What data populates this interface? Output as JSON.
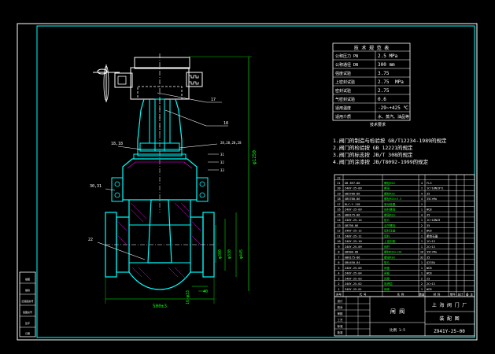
{
  "drawing": {
    "colors": {
      "background": "#000000",
      "frame": "#ffffff",
      "inner_border": "#00ffff",
      "outline": "#00ffff",
      "dimension": "#00ff00",
      "leader": "#ffffff",
      "ref_text": "#ffffff",
      "ops_motor": "#ffffff",
      "hatch": "#ff00ff",
      "table_green": "#00ff00"
    },
    "spec_table": {
      "title": "技 术 规 范 表",
      "rows": [
        {
          "label": "公称压力 PN",
          "value": "2.5 MPa"
        },
        {
          "label": "公称通径 DN",
          "value": "300 mm"
        },
        {
          "label": "强度试验",
          "value": "3.75"
        },
        {
          "label": "上密封试验",
          "value": "2.75"
        },
        {
          "label": "密封试验",
          "value": "2.75"
        },
        {
          "label": "气密封试验",
          "value": "0.6"
        },
        {
          "label": "适用温度",
          "value": "-29~+425 ℃"
        },
        {
          "label": "适用介质",
          "value": "水、蒸汽、油品等"
        }
      ],
      "unit_label": "MPa"
    },
    "notes": {
      "title": "技术要求",
      "items": [
        "1.阀门的制造与检验按 GB/T12234-1989的规定",
        "2.阀门的检验按 GB 12221的规定",
        "3.阀门的标志按 JB/T 308的规定",
        "4.阀门的涂漆按 JB/T8092-1999的规定"
      ]
    },
    "callouts": {
      "top_right": "17",
      "mid_right": "18",
      "bracket_left": "18,18",
      "bracket_right": "28,28,28,28",
      "flange_left": "30,31",
      "lower_left": "22",
      "rear_numbers": [
        "31",
        "32",
        "33"
      ]
    },
    "dimensions": {
      "overall_height": "φ1250",
      "bore_1": "φ300",
      "bore_2": "φ330",
      "bore_3": "φ445",
      "face_to_face": "500±3",
      "bottom_1": "16-φ33",
      "bottom_2": "40"
    },
    "bom": {
      "header": [
        "序号",
        "代 号",
        "名 称",
        "数量",
        "材 料",
        "单件",
        "总计",
        "备 注"
      ],
      "rows": [
        {
          "no": "22",
          "code": "",
          "name": "",
          "qty": "",
          "mat": ""
        },
        {
          "no": "21",
          "code": "GB 897-86",
          "name": "螺栓M20",
          "qty": "4",
          "mat": "FL3"
        },
        {
          "no": "20",
          "code": "Z40Y-25-09",
          "name": "螺母",
          "qty": "1",
          "mat": "1Cr18Ni9Ti"
        },
        {
          "no": "19",
          "code": "GB5780-86",
          "name": "螺栓M20",
          "qty": "4",
          "mat": "35"
        },
        {
          "no": "18",
          "code": "GB5780-86",
          "name": "螺栓M20×5.5",
          "qty": "4",
          "mat": "35CrMo"
        },
        {
          "no": "17",
          "code": "DLC-Y-118",
          "name": "驱动装置",
          "qty": "1",
          "mat": ""
        },
        {
          "no": "16",
          "code": "Z40Y-25-09",
          "name": "阀杆螺母",
          "qty": "1",
          "mat": "WCB"
        },
        {
          "no": "15",
          "code": "GB6175-86",
          "name": "螺母M20",
          "qty": "4",
          "mat": "35"
        },
        {
          "no": "14",
          "code": "Z40Y-25-14",
          "name": "垫片",
          "qty": "1",
          "mat": "1Cr18Ni9"
        },
        {
          "no": "13",
          "code": "GB798-86",
          "name": "活节螺栓",
          "qty": "2",
          "mat": "35"
        },
        {
          "no": "12",
          "code": "Z40Y-25-12",
          "name": "填料压盖",
          "qty": "1",
          "mat": "WCB"
        },
        {
          "no": "11",
          "code": "Z40Y-25-11",
          "name": "填料",
          "qty": "1",
          "mat": "柔性石墨"
        },
        {
          "no": "10",
          "code": "Z40Y-25-10",
          "name": "上密封座",
          "qty": "1",
          "mat": "1Cr13"
        },
        {
          "no": "9",
          "code": "Z40Y-25-09",
          "name": "阀杆",
          "qty": "1",
          "mat": "2Cr13"
        },
        {
          "no": "8",
          "code": "GB900-88",
          "name": "螺柱M30×130",
          "qty": "16",
          "mat": "35CrMo"
        },
        {
          "no": "7",
          "code": "GB6175-86",
          "name": "螺母M30",
          "qty": "32",
          "mat": "35"
        },
        {
          "no": "6",
          "code": "GB4450-84",
          "name": "垫片",
          "qty": "1",
          "mat": "Q235A"
        },
        {
          "no": "5",
          "code": "Z40Y-25-05",
          "name": "阀盖",
          "qty": "1",
          "mat": "WCB"
        },
        {
          "no": "4",
          "code": "Z40Y-25-04",
          "name": "闸板",
          "qty": "1",
          "mat": "WCB"
        },
        {
          "no": "3",
          "code": "Z40Y-25-03",
          "name": "阀座",
          "qty": "2",
          "mat": "25"
        },
        {
          "no": "2",
          "code": "Z40Y-25-02",
          "name": "堆焊层",
          "qty": "2",
          "mat": "2Cr13"
        },
        {
          "no": "1",
          "code": "Z40Y-25-01",
          "name": "阀体",
          "qty": "1",
          "mat": "WCB"
        }
      ]
    },
    "title_block": {
      "company": "上 海 阀 门 厂",
      "drawing_name": "闸 阀",
      "part_name": "装 配 图",
      "drawing_code": "Z941Y-25-00",
      "grid_labels": [
        "设计",
        "校对",
        "审核",
        "工艺",
        "标准",
        "批准"
      ],
      "scale_row": "比例 1:5"
    },
    "left_strip_labels": [
      "描图",
      "描校",
      "旧底图总号",
      "底图总号",
      "签字",
      "日期"
    ]
  }
}
